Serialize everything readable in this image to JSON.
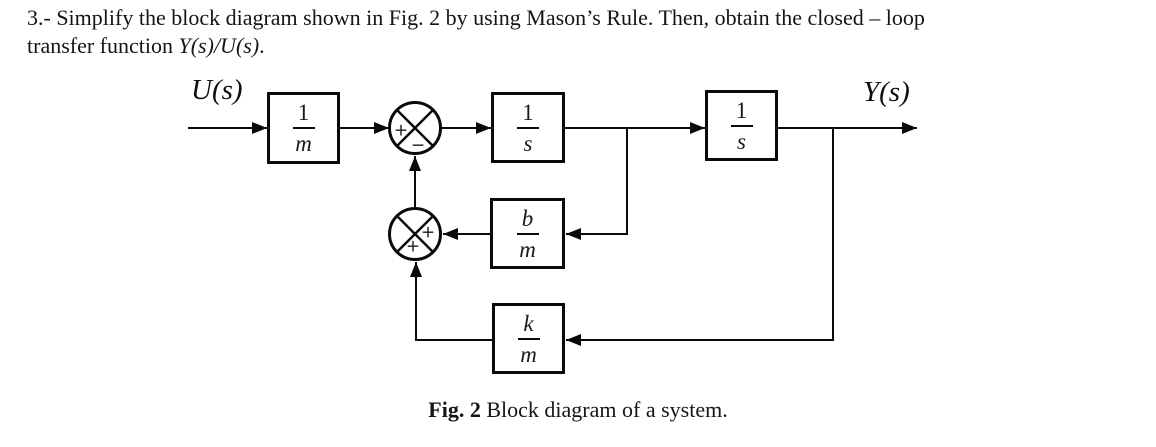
{
  "problem": {
    "line1": "3.- Simplify the block diagram shown in Fig. 2 by using Mason’s Rule. Then, obtain the closed – loop",
    "line2_text": "transfer function ",
    "line2_math": "Y(s)/U(s)",
    "line2_period": "."
  },
  "diagram": {
    "input_label": "U(s)",
    "output_label": "Y(s)",
    "blocks": [
      {
        "name": "gain-1-over-m",
        "numerator": "1",
        "denominator": "m"
      },
      {
        "name": "integrator-1",
        "numerator": "1",
        "denominator": "s"
      },
      {
        "name": "integrator-2",
        "numerator": "1",
        "denominator": "s"
      },
      {
        "name": "feedback-b-over-m",
        "numerator": "b",
        "denominator": "m"
      },
      {
        "name": "feedback-k-over-m",
        "numerator": "k",
        "denominator": "m"
      }
    ],
    "summing_junctions": [
      {
        "name": "sum-junction-1",
        "signs": {
          "left": "+",
          "bottom": "−"
        }
      },
      {
        "name": "sum-junction-2",
        "signs": {
          "right": "+",
          "bottom": "+"
        }
      }
    ]
  },
  "caption": {
    "bold": "Fig. 2",
    "text": " Block diagram of a system."
  }
}
